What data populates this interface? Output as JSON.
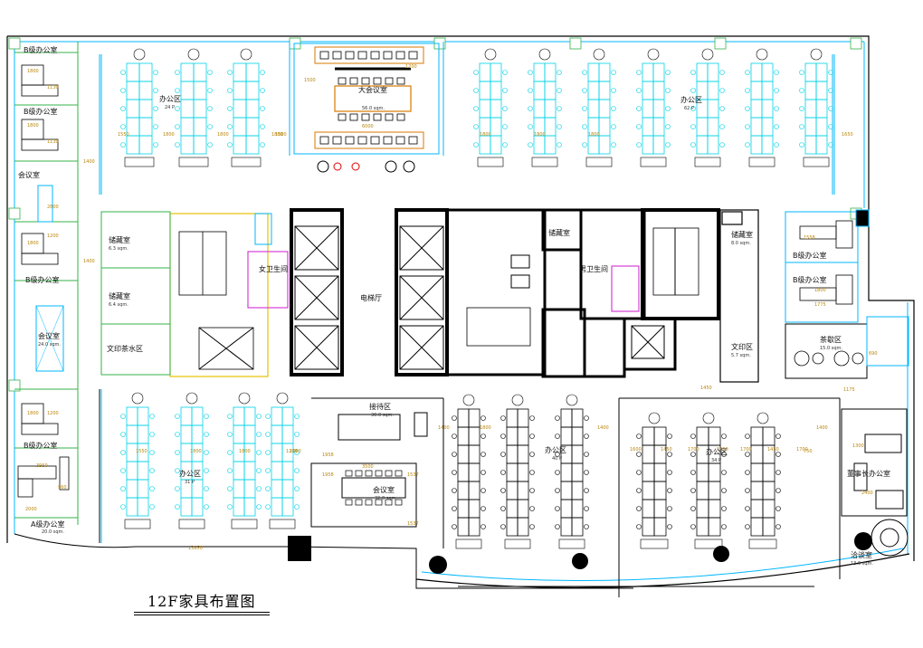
{
  "title": "12F家具布置图",
  "colors": {
    "wall": "#000000",
    "glass": "#00b7ff",
    "desk": "#00d2e6",
    "furniture": "#000000",
    "green_line": "#36b34a",
    "yellow_line": "#e6c200",
    "pink_line": "#d640d6",
    "orange": "#d77a00",
    "dimension": "#b8860b",
    "red": "#e00000"
  },
  "rooms": [
    {
      "id": "b-office-1",
      "label": "B级办公室"
    },
    {
      "id": "b-office-2",
      "label": "B级办公室"
    },
    {
      "id": "meeting-left",
      "label": "会议室"
    },
    {
      "id": "b-office-3",
      "label": "B级办公室"
    },
    {
      "id": "meeting-left-2",
      "label": "会议室",
      "area": "24.0 sqm."
    },
    {
      "id": "b-office-4",
      "label": "B级办公室"
    },
    {
      "id": "a-office",
      "label": "A级办公室",
      "area": "20.0 sqm."
    },
    {
      "id": "office-nw",
      "label": "办公区",
      "seats": "24 P"
    },
    {
      "id": "boardroom",
      "label": "大会议室",
      "area": "56.0 sqm."
    },
    {
      "id": "office-ne",
      "label": "办公区",
      "seats": "62 P"
    },
    {
      "id": "storage-1",
      "label": "储藏室",
      "area": "6.3 sqm."
    },
    {
      "id": "storage-2",
      "label": "储藏室",
      "area": "6.4 sqm."
    },
    {
      "id": "pantry",
      "label": "文印茶水区"
    },
    {
      "id": "women-wc",
      "label": "女卫生间"
    },
    {
      "id": "lift-hall",
      "label": "电梯厅"
    },
    {
      "id": "storage-3",
      "label": "储藏室"
    },
    {
      "id": "men-wc",
      "label": "男卫生间"
    },
    {
      "id": "storage-4",
      "label": "储藏室",
      "area": "8.0 sqm."
    },
    {
      "id": "b-office-5",
      "label": "B级办公室"
    },
    {
      "id": "b-office-6",
      "label": "B级办公室"
    },
    {
      "id": "print-area",
      "label": "文印区",
      "area": "5.7 sqm."
    },
    {
      "id": "tea-area",
      "label": "茶歇区",
      "area": "15.0 sqm."
    },
    {
      "id": "office-sw",
      "label": "办公区",
      "seats": "31 P"
    },
    {
      "id": "reception",
      "label": "接待区",
      "area": "30.0 sqm."
    },
    {
      "id": "meeting-mid",
      "label": "会议室",
      "area": "32.0 sqm."
    },
    {
      "id": "office-s1",
      "label": "办公区",
      "seats": "40 P"
    },
    {
      "id": "office-s2",
      "label": "办公区",
      "seats": "34 P"
    },
    {
      "id": "chairman",
      "label": "董事长办公室"
    },
    {
      "id": "negotiation",
      "label": "洽谈室",
      "area": "13.0 sqm."
    }
  ],
  "dimensions": [
    "1800",
    "1130",
    "1800",
    "1130",
    "1400",
    "1400",
    "2800",
    "1800",
    "1200",
    "1800",
    "1200",
    "1200",
    "3950",
    "960",
    "2000",
    "1550",
    "1800",
    "1800",
    "1800",
    "1500",
    "1200",
    "1500",
    "6000",
    "1800",
    "1800",
    "1800",
    "1650",
    "1400",
    "1558",
    "1800",
    "1775",
    "690",
    "1400",
    "1800",
    "1400",
    "1600",
    "1450",
    "1700",
    "1450",
    "1700",
    "1450",
    "1700",
    "750",
    "1550",
    "1800",
    "1800",
    "1200",
    "1958",
    "3500",
    "1537",
    "1958",
    "1537",
    "1300",
    "2400",
    "13850",
    "1175",
    "1450"
  ]
}
